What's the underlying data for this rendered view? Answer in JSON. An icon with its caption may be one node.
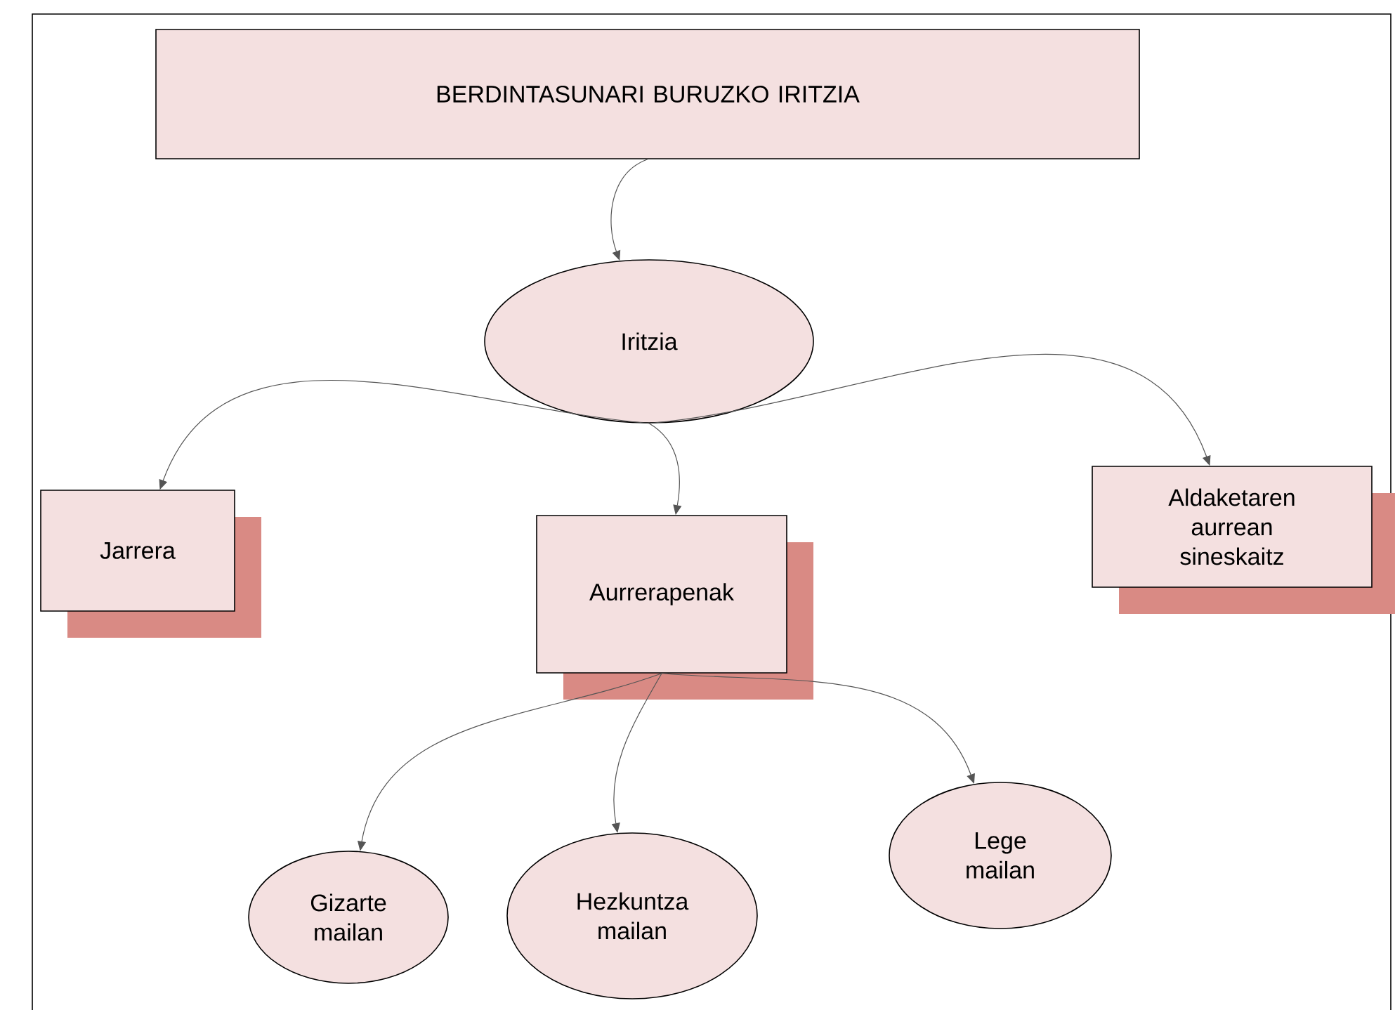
{
  "diagram": {
    "nodes": [
      {
        "text": [
          "BERDINTASUNARI BURUZKO IRITZIA"
        ]
      },
      {
        "text": [
          "Iritzia"
        ]
      },
      {
        "text": [
          "Jarrera"
        ]
      },
      {
        "text": [
          "Aurrerapenak"
        ]
      },
      {
        "text": [
          "Aldaketaren aurrean sineskaitz"
        ]
      },
      {
        "text": [
          "Gizarte mailan"
        ]
      },
      {
        "text": [
          "Hezkuntza mailan"
        ]
      },
      {
        "text": [
          "Lege mailan"
        ]
      }
    ],
    "edges": [
      {
        "from": 0,
        "to": 1,
        "arrow": "to"
      },
      {
        "from": 1,
        "to": 2,
        "arrow": "to"
      },
      {
        "from": 1,
        "to": 3,
        "arrow": "to"
      },
      {
        "from": 1,
        "to": 4,
        "arrow": "to"
      },
      {
        "from": 3,
        "to": 5,
        "arrow": "to"
      },
      {
        "from": 3,
        "to": 6,
        "arrow": "to"
      },
      {
        "from": 3,
        "to": 7,
        "arrow": "to"
      }
    ]
  }
}
